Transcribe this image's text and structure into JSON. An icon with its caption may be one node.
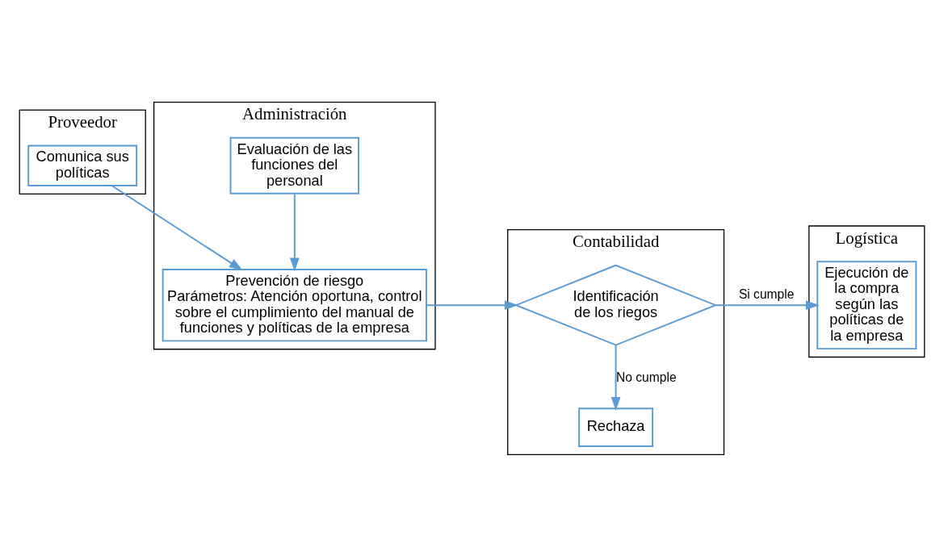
{
  "diagram": {
    "nodes": [
      {
        "text": [
          "Proveedor"
        ]
      },
      {
        "text": [
          "Administración"
        ]
      },
      {
        "text": [
          "Contabilidad"
        ]
      },
      {
        "text": [
          "Logística"
        ]
      },
      {
        "text": [
          "Comunica sus políticas"
        ],
        "in": 0
      },
      {
        "text": [
          "Evaluación de las funciones del personal"
        ],
        "in": 1
      },
      {
        "text": [
          "Prevención de riesgo",
          "Parámetros: Atención oportuna, control sobre el cumplimiento del manual de funciones y políticas de la empresa"
        ],
        "in": 1
      },
      {
        "text": [
          "Identificación de los riegos"
        ],
        "in": 2
      },
      {
        "text": [
          "Rechaza"
        ],
        "in": 2
      },
      {
        "text": [
          "Ejecución de la compra según las políticas de la empresa"
        ],
        "in": 3
      }
    ],
    "edges": [
      {
        "from": 4,
        "to": 6,
        "arrow": "to"
      },
      {
        "from": 5,
        "to": 6,
        "arrow": "to"
      },
      {
        "from": 6,
        "to": 7,
        "arrow": "to"
      },
      {
        "from": 7,
        "to": 9,
        "arrow": "to",
        "label": "Si cumple"
      },
      {
        "from": 7,
        "to": 8,
        "arrow": "to",
        "label": "No cumple"
      }
    ]
  }
}
